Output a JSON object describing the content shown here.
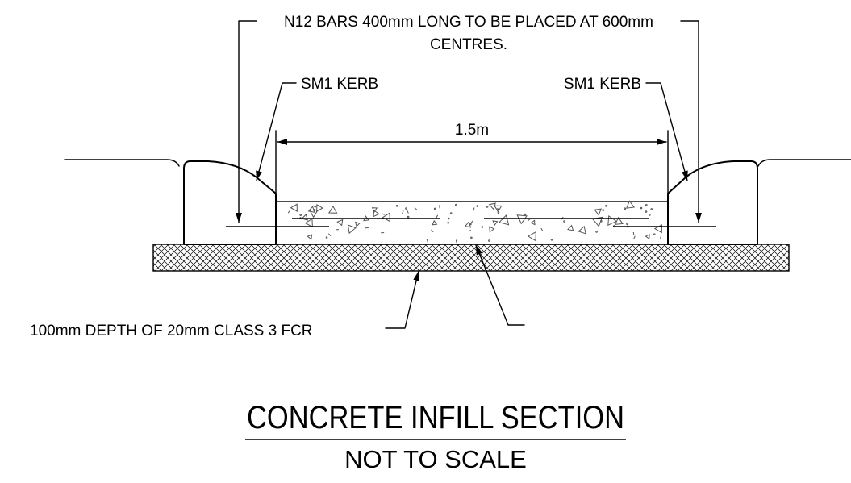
{
  "labels": {
    "bars_line1": "N12 BARS 400mm LONG TO BE PLACED AT 600mm",
    "bars_line2": "CENTRES.",
    "kerb_left": "SM1 KERB",
    "kerb_right": "SM1 KERB",
    "width_dimension": "1.5m",
    "base_layer": "100mm DEPTH OF 20mm CLASS 3 FCR"
  },
  "title": {
    "main": "CONCRETE INFILL SECTION",
    "sub": "NOT TO SCALE"
  },
  "colors": {
    "line": "#000000",
    "background": "#ffffff"
  }
}
